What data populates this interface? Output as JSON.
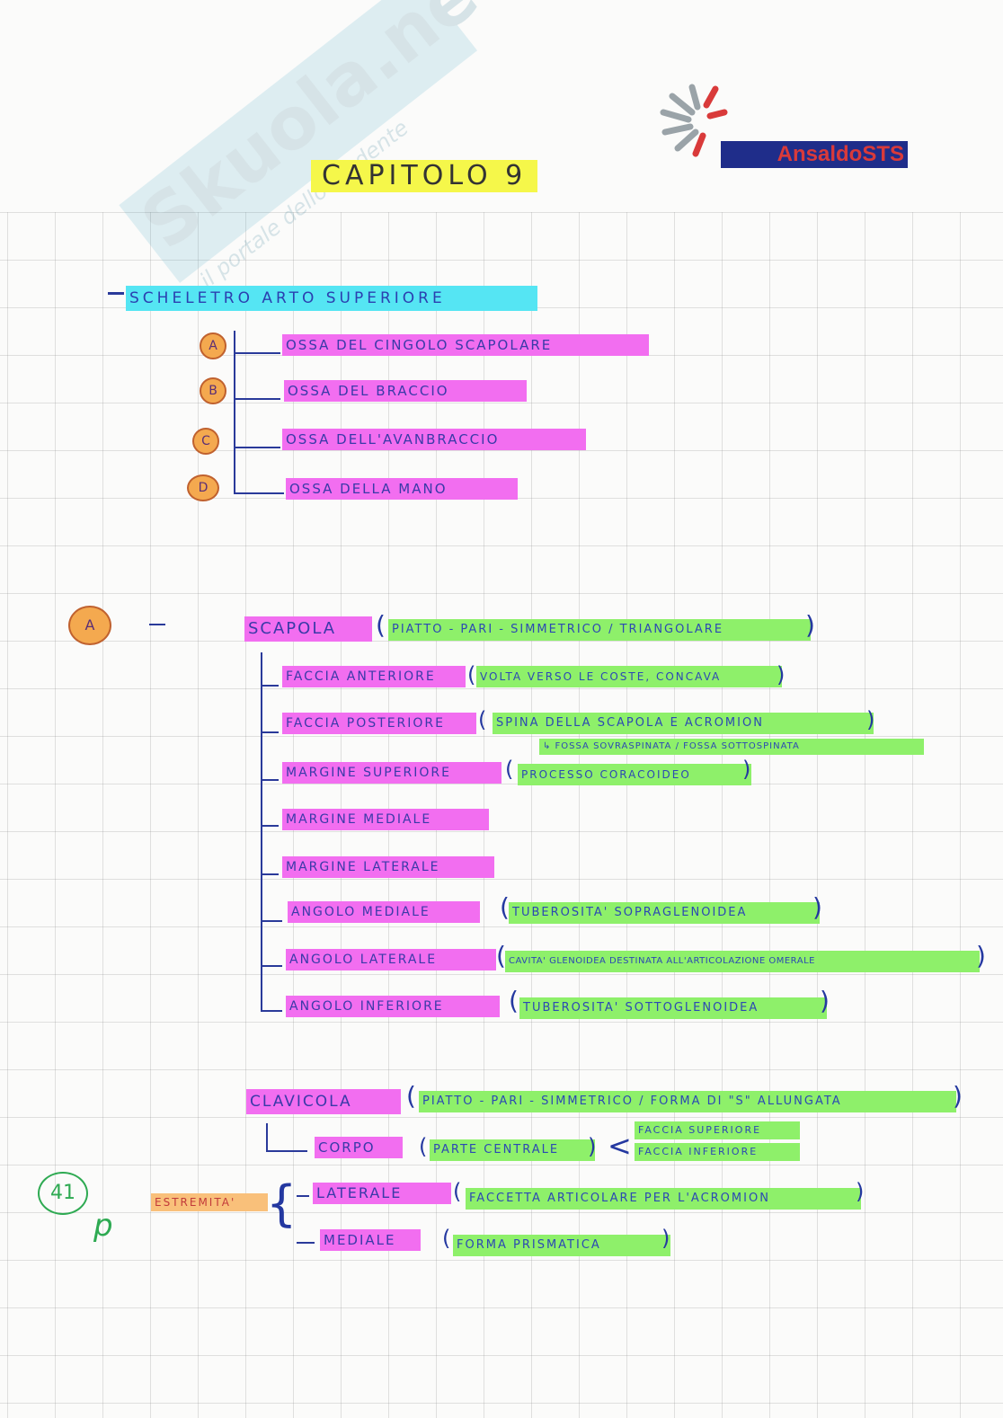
{
  "logo": {
    "name": "AnsaldoSTS"
  },
  "watermark": {
    "brand": "Skuola.net",
    "tagline": "il portale dello studente"
  },
  "title": "CAPITOLO 9",
  "section": {
    "label": "SCHELETRO ARTO SUPERIORE"
  },
  "overview": [
    {
      "letter": "A",
      "text": "OSSA DEL CINGOLO SCAPOLARE"
    },
    {
      "letter": "B",
      "text": "OSSA DEL BRACCIO"
    },
    {
      "letter": "C",
      "text": "OSSA DELL'AVANBRACCIO"
    },
    {
      "letter": "D",
      "text": "OSSA DELLA MANO"
    }
  ],
  "scapola": {
    "marker": "A",
    "name": "SCAPOLA",
    "desc": "PIATTO - PARI - SIMMETRICO / TRIANGOLARE",
    "items": [
      {
        "name": "FACCIA ANTERIORE",
        "desc": "VOLTA VERSO LE COSTE, CONCAVA"
      },
      {
        "name": "FACCIA POSTERIORE",
        "desc": "SPINA DELLA SCAPOLA E ACROMION",
        "sub": "↳ FOSSA SOVRASPINATA / FOSSA SOTTOSPINATA"
      },
      {
        "name": "MARGINE SUPERIORE",
        "desc": "PROCESSO CORACOIDEO"
      },
      {
        "name": "MARGINE MEDIALE"
      },
      {
        "name": "MARGINE LATERALE"
      },
      {
        "name": "ANGOLO MEDIALE",
        "desc": "TUBEROSITA' SOPRAGLENOIDEA"
      },
      {
        "name": "ANGOLO LATERALE",
        "desc": "CAVITA' GLENOIDEA DESTINATA ALL'ARTICOLAZIONE OMERALE"
      },
      {
        "name": "ANGOLO INFERIORE",
        "desc": "TUBEROSITA' SOTTOGLENOIDEA"
      }
    ]
  },
  "clavicola": {
    "name": "CLAVICOLA",
    "desc": "PIATTO - PARI - SIMMETRICO / FORMA DI \"S\" ALLUNGATA",
    "corpo": {
      "name": "CORPO",
      "desc": "PARTE CENTRALE",
      "faces": [
        "FACCIA SUPERIORE",
        "FACCIA INFERIORE"
      ]
    },
    "estremita_label": "ESTREMITA'",
    "laterale": {
      "name": "LATERALE",
      "desc": "FACCETTA ARTICOLARE PER L'ACROMION"
    },
    "mediale": {
      "name": "MEDIALE",
      "desc": "FORMA PRISMATICA"
    }
  },
  "page_number": "41",
  "page_mark": "p"
}
